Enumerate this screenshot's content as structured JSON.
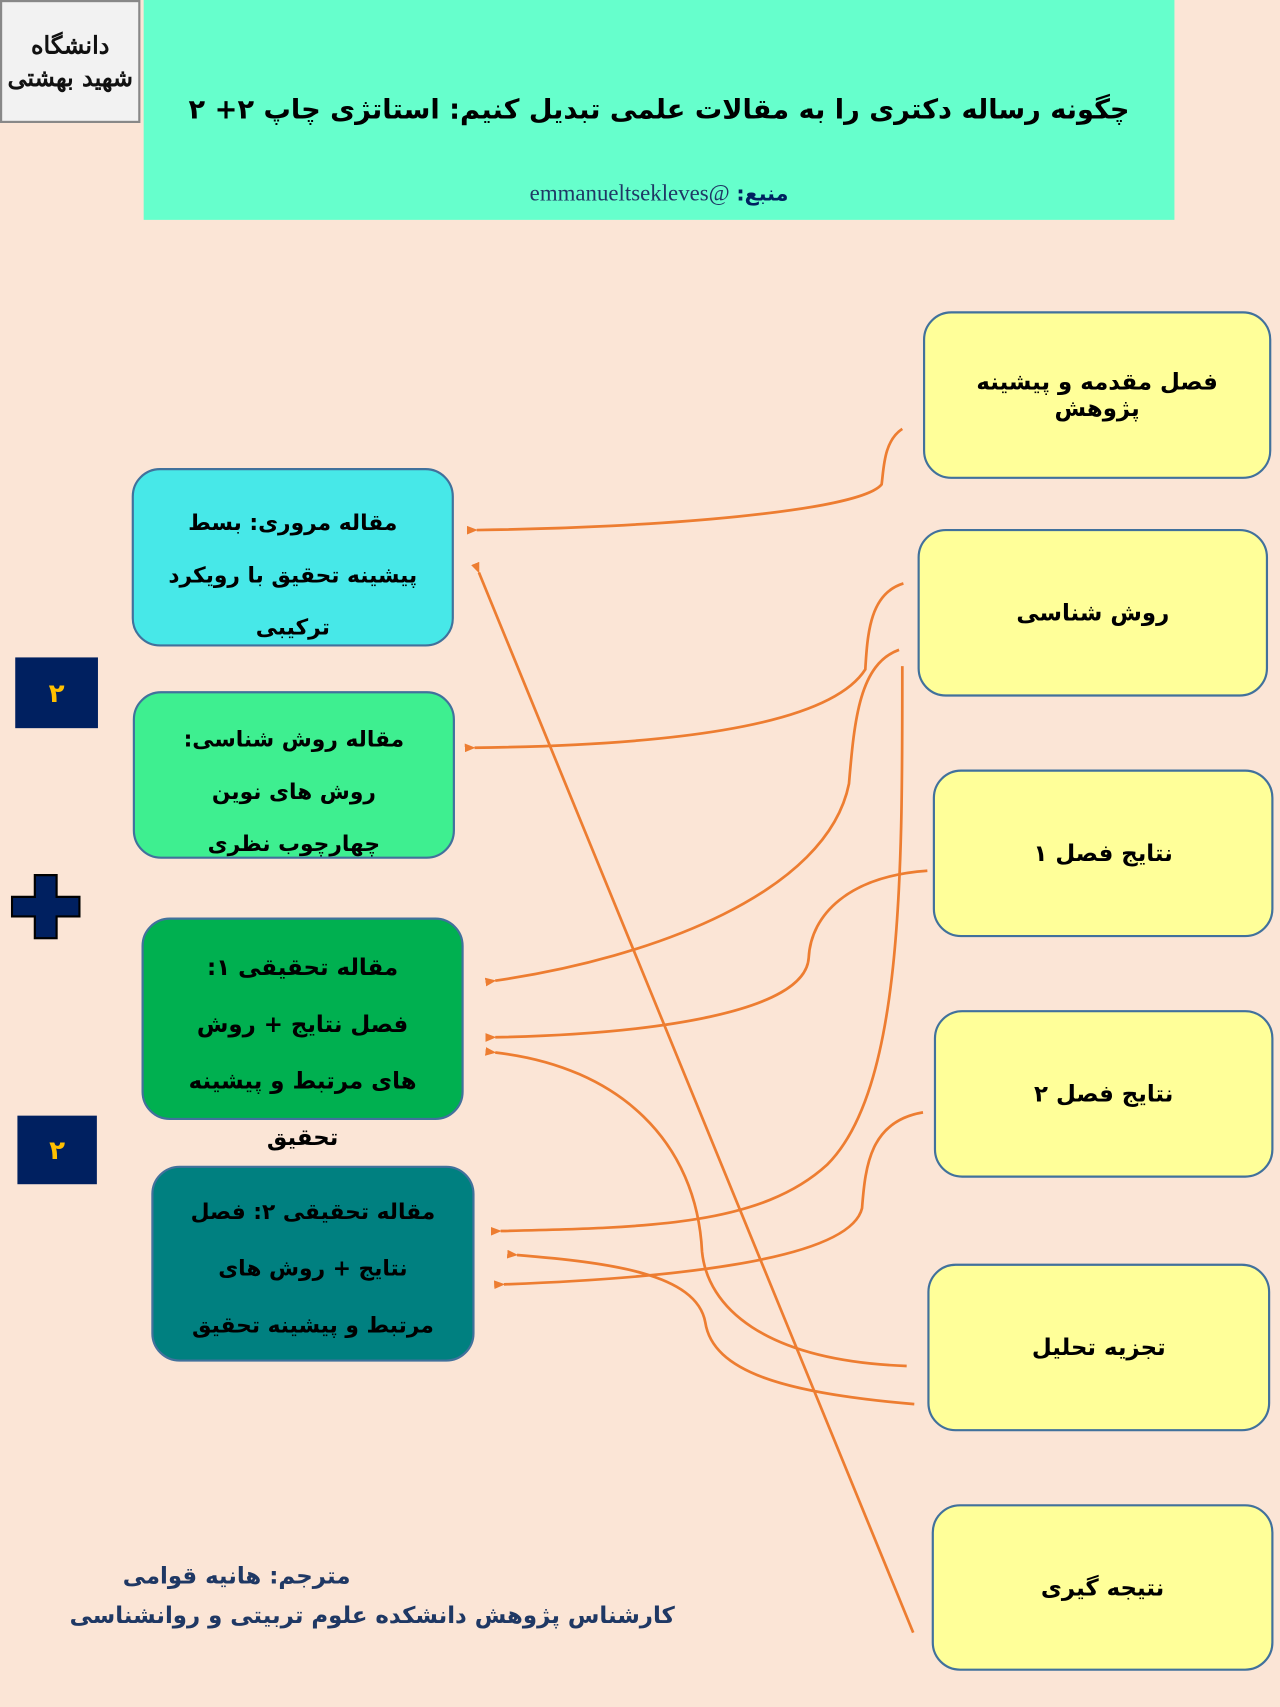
{
  "logo": {
    "text": "دانشگاه شهید بهشتی"
  },
  "header": {
    "title": "چگونه رساله دکتری را به مقالات علمی تبدیل کنیم: استاتژی چاپ ۲+ ۲",
    "source_label": "منبع:",
    "source_value": "@emmanueltsekleves"
  },
  "thesis_chapters": [
    "فصل مقدمه و پیشینه پژوهش",
    "روش شناسی",
    "نتایج فصل ۱",
    "نتایج فصل ۲",
    "تجزیه تحلیل",
    "نتیجه گیری"
  ],
  "papers": [
    "مقاله مروری: بسط پیشینه تحقیق با رویکرد ترکیبی",
    "مقاله روش شناسی: روش های نوین چهارچوب نظری",
    "مقاله تحقیقی ۱:  فصل نتایج + روش های مرتبط و پیشینه تحقیق",
    "مقاله تحقیقی ۲: فصل نتایج + روش های مرتبط و پیشینه تحقیق"
  ],
  "badges": [
    "۲",
    "۲"
  ],
  "footer": {
    "translator": "مترجم: هانیه قوامی",
    "affiliation": "کارشناس پژوهش دانشکده علوم تربیتی و روانشناسی"
  },
  "colors": {
    "background": "#FBE5D6",
    "header": "#66FFCC",
    "chapter_box": "#FFFF99",
    "review_paper": "#47E8E8",
    "method_paper": "#3EEF90",
    "research_paper_1": "#00B050",
    "research_paper_2": "#008080",
    "badge": "#002060",
    "badge_text": "#FFC000",
    "arrow": "#ED7D31"
  }
}
